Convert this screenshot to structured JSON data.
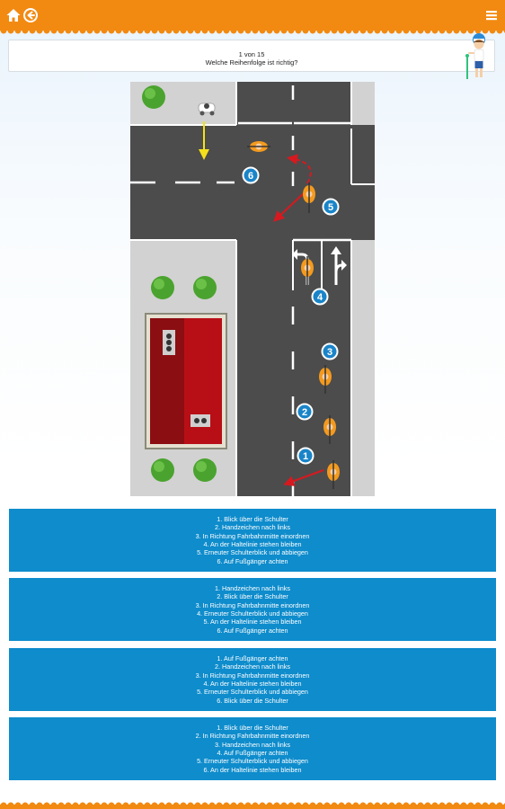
{
  "topbar": {
    "icons": [
      "home-icon",
      "back-circle-icon",
      "hamburger-menu-icon"
    ],
    "color": "#f28a12"
  },
  "header": {
    "counter": "1 von 15",
    "question": "Welche Reihenfolge ist richtig?"
  },
  "scene": {
    "markers": [
      "1",
      "2",
      "3",
      "4",
      "5",
      "6"
    ]
  },
  "answers": [
    {
      "lines": [
        "1. Blick über die Schulter",
        "2. Handzeichen nach links",
        "3. In Richtung Fahrbahnmitte einordnen",
        "4. An der Haltelinie stehen bleiben",
        "5. Erneuter Schulterblick und abbiegen",
        "6. Auf Fußgänger achten"
      ]
    },
    {
      "lines": [
        "1. Handzeichen nach links",
        "2. Blick über die Schulter",
        "3. In Richtung Fahrbahnmitte einordnen",
        "4. Erneuter Schulterblick und abbiegen",
        "5. An der Haltelinie stehen bleiben",
        "6. Auf Fußgänger achten"
      ]
    },
    {
      "lines": [
        "1. Auf Fußgänger achten",
        "2. Handzeichen nach links",
        "3. In Richtung Fahrbahnmitte einordnen",
        "4. An der Haltelinie stehen bleiben",
        "5. Erneuter Schulterblick und abbiegen",
        "6. Blick über die Schulter"
      ]
    },
    {
      "lines": [
        "1. Blick über die Schulter",
        "2. In Richtung Fahrbahnmitte einordnen",
        "3. Handzeichen nach links",
        "4. Auf Fußgänger achten",
        "5. Erneuter Schulterblick und abbiegen",
        "6. An der Haltelinie stehen bleiben"
      ]
    }
  ],
  "colors": {
    "accent": "#f28a12",
    "answer_bg": "#0e8ccc",
    "road": "#4a4a4a",
    "sidewalk": "#cfcfcf",
    "arrow_red": "#d7191f",
    "arrow_yellow": "#f4e11a",
    "marker_blue": "#1a84c8"
  }
}
